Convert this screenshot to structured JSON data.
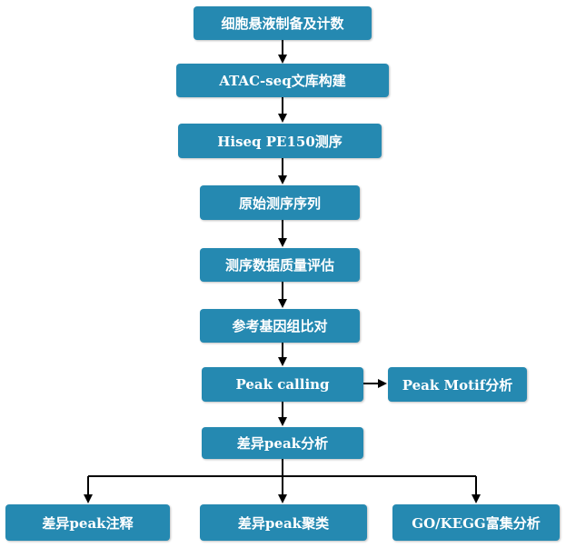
{
  "theme": {
    "box_color": "#2589b1",
    "arrow_color": "#000000",
    "text_color": "#ffffff"
  },
  "steps": {
    "cell_prep": "细胞悬液制备及计数",
    "library": "ATAC-seq文库构建",
    "sequencing": "Hiseq PE150测序",
    "raw_reads": "原始测序序列",
    "qc": "测序数据质量评估",
    "alignment": "参考基因组比对",
    "peak_calling": "Peak calling",
    "peak_motif": "Peak Motif分析",
    "diff_peak": "差异peak分析",
    "annotation": "差异peak注释",
    "clustering": "差异peak聚类",
    "enrichment": "GO/KEGG富集分析"
  }
}
